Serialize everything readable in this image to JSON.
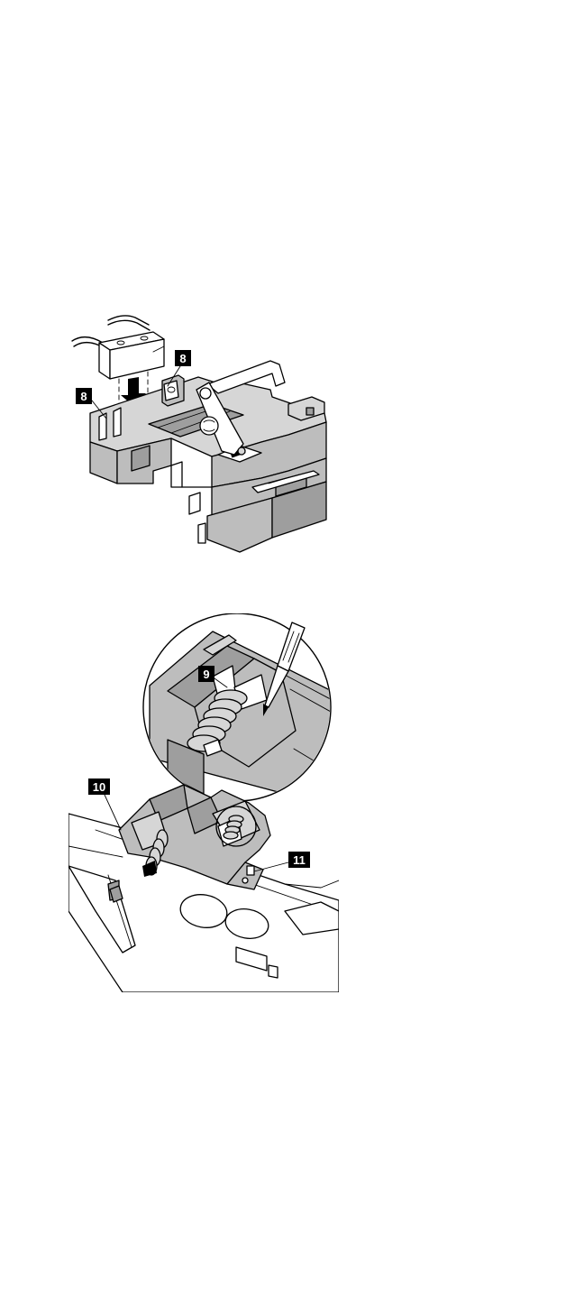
{
  "figure_top": {
    "callouts": [
      "8",
      "8"
    ]
  },
  "figure_bottom": {
    "callouts": [
      "9",
      "10",
      "11"
    ]
  },
  "colors": {
    "plastic_gray": "#bdbdbd",
    "plastic_dark": "#9e9e9e",
    "callout_bg": "#000000",
    "callout_fg": "#ffffff"
  }
}
